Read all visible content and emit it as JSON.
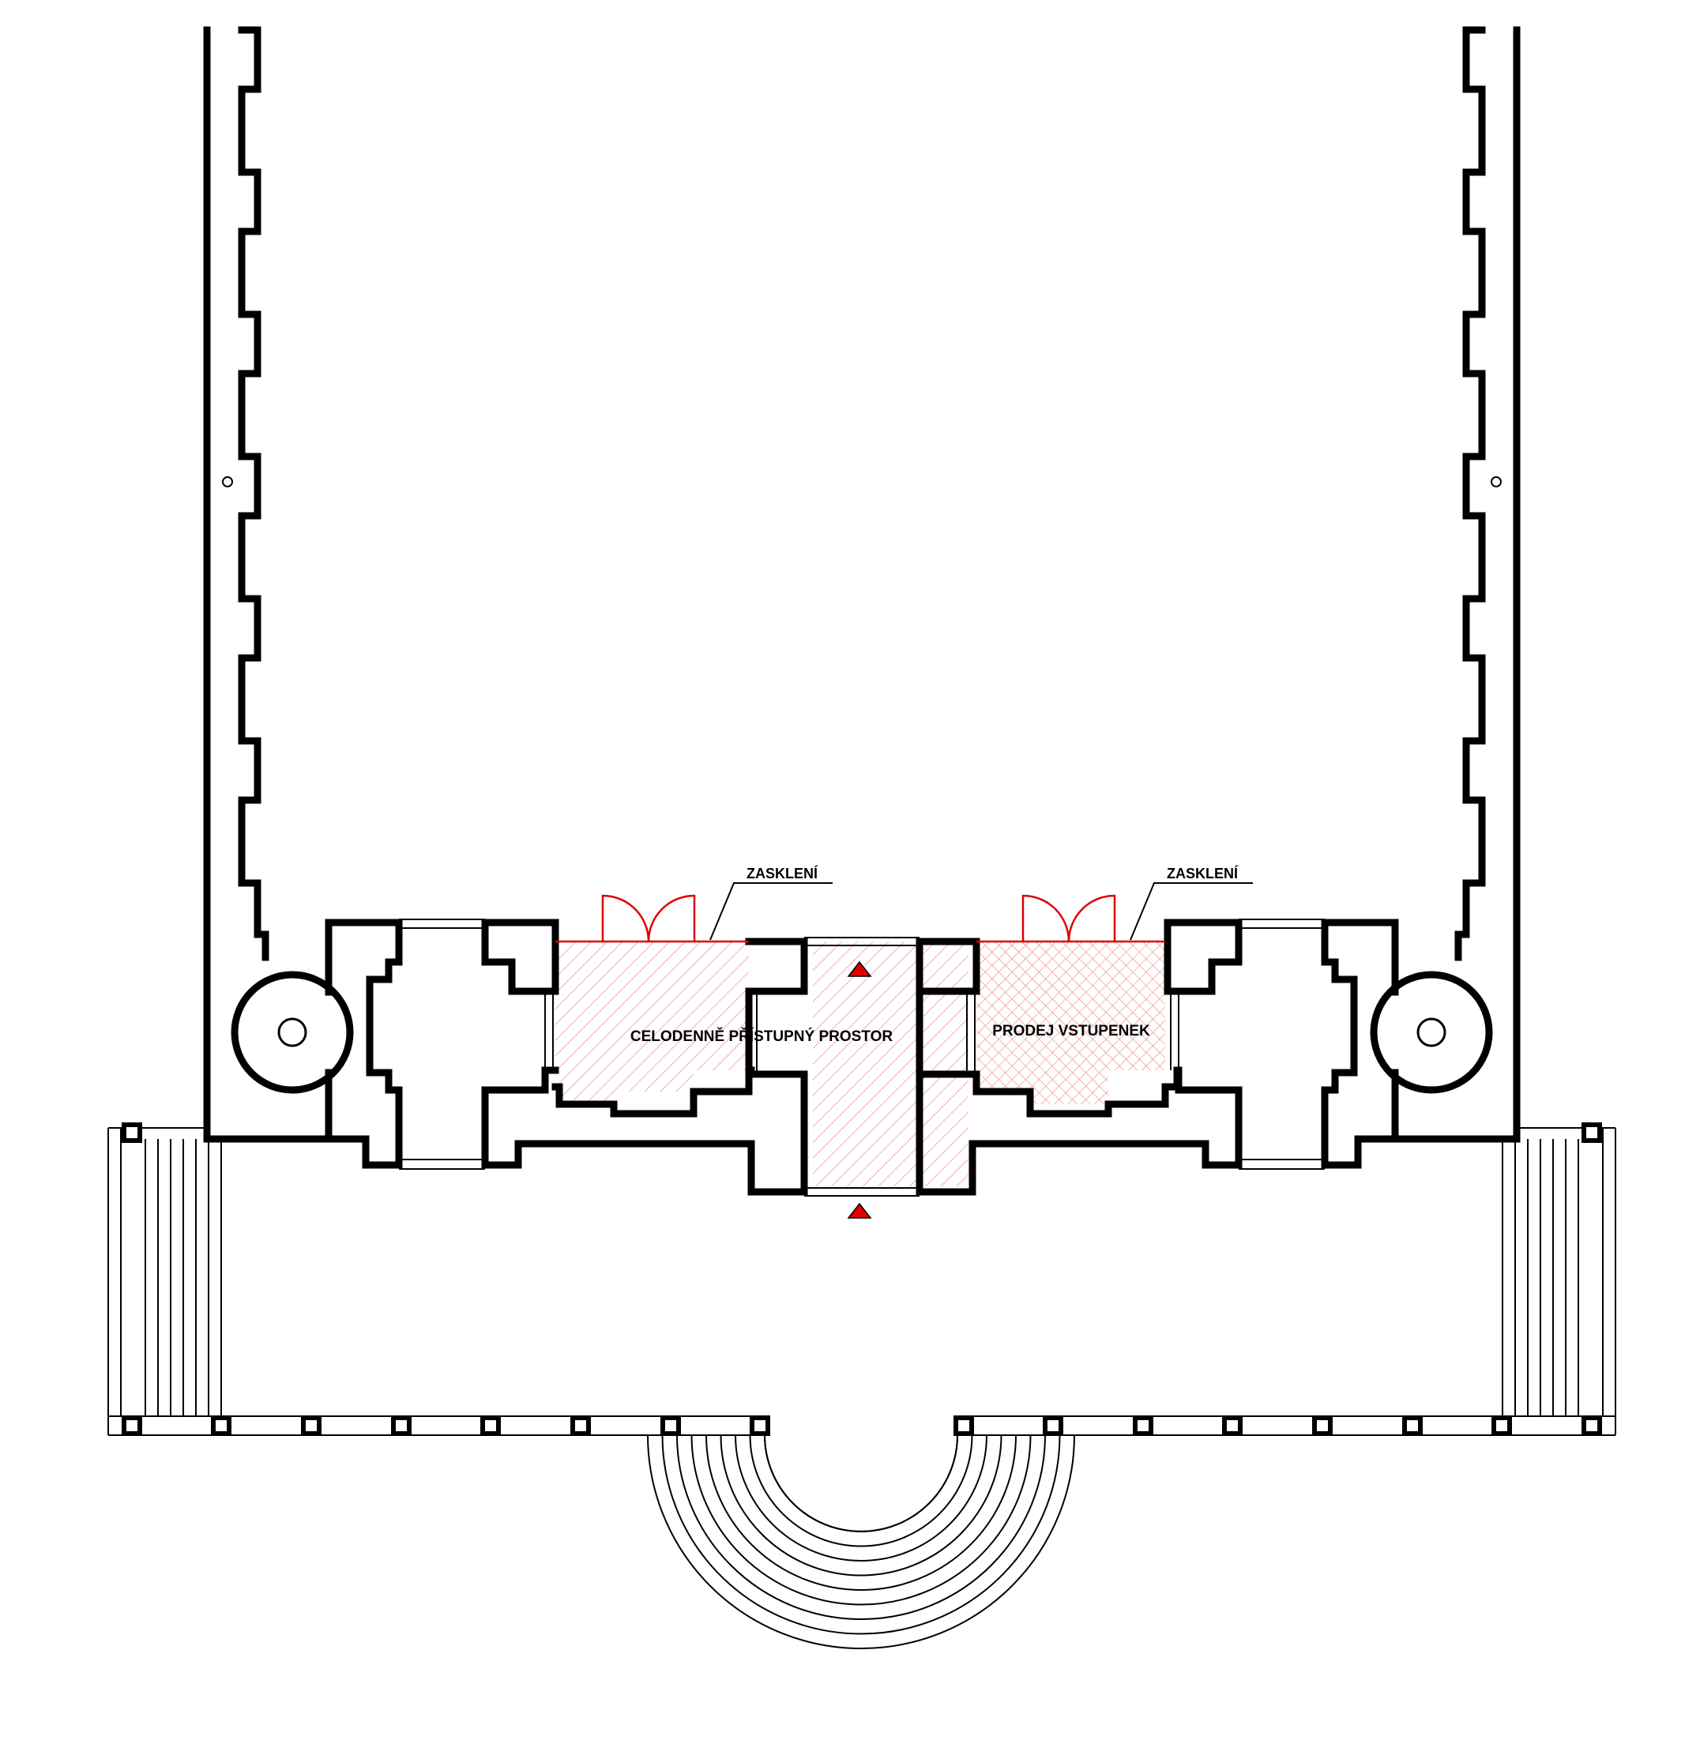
{
  "labels": {
    "glazing_left": "ZASKLENÍ",
    "glazing_right": "ZASKLENÍ",
    "public_space": "CELODENNĚ PŘÍSTUPNÝ PROSTOR",
    "ticket_sales": "PRODEJ VSTUPENEK"
  },
  "colors": {
    "walls": "#000000",
    "highlight": "#e00000",
    "hatch": "#f08080"
  },
  "icons": {
    "entrance_markers": "red-triangle-icon"
  }
}
